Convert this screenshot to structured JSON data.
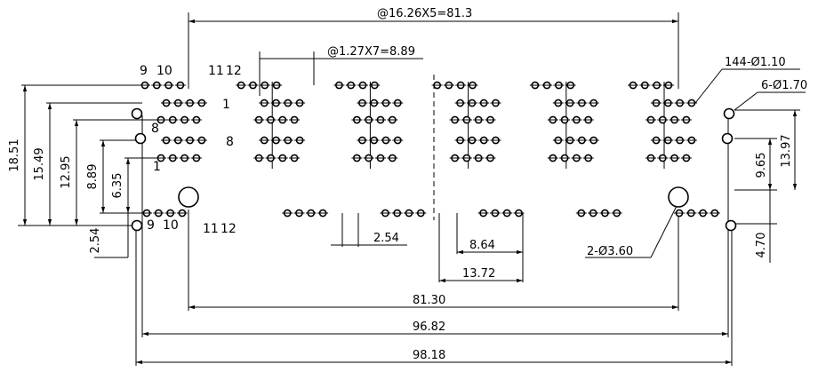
{
  "drawing": {
    "colors": {
      "line": "#000000",
      "background": "#ffffff"
    },
    "dims": {
      "pitch_cols": "@16.26X5=81.3",
      "pitch_pins": "@1.27X7=8.89",
      "pins_note": "144-Ø1.10",
      "small_holes_note": "6-Ø1.70",
      "large_holes_note": "2-Ø3.60",
      "d_1851": "18.51",
      "d_1549": "15.49",
      "d_1295": "12.95",
      "d_889": "8.89",
      "d_635": "6.35",
      "d_254_left": "2.54",
      "d_254_mid": "2.54",
      "d_864": "8.64",
      "d_1372": "13.72",
      "d_8130": "81.30",
      "d_9682": "96.82",
      "d_9818": "98.18",
      "d_1397": "13.97",
      "d_965": "9.65",
      "d_470": "4.70"
    },
    "pin_labels": {
      "p9_top": "9",
      "p10_top": "10",
      "p11_top": "11",
      "p12_top": "12",
      "p1_a": "1",
      "p8_a": "8",
      "p8_b": "8",
      "p1_b": "1",
      "p9_bot": "9",
      "p10_bot": "10",
      "p11_bot": "11",
      "p12_bot": "12"
    }
  }
}
